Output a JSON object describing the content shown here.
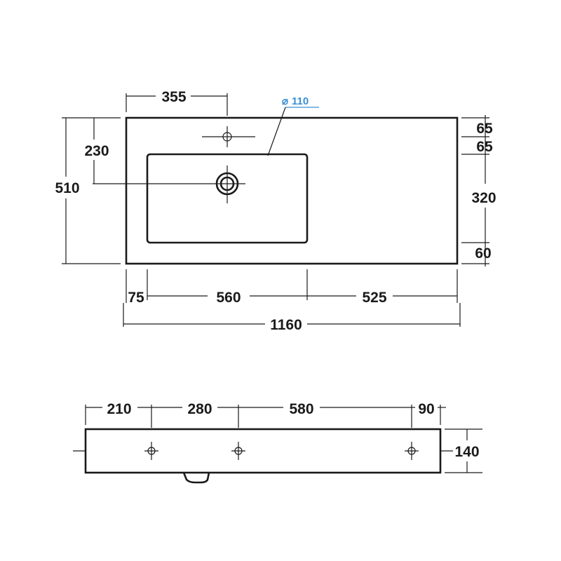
{
  "top_view": {
    "dim_355": "355",
    "dim_110": "110",
    "dim_110_symbol": "⌀",
    "dim_230": "230",
    "dim_510": "510",
    "dim_65_a": "65",
    "dim_65_b": "65",
    "dim_320": "320",
    "dim_60": "60",
    "dim_75": "75",
    "dim_560": "560",
    "dim_525": "525",
    "dim_1160": "1160"
  },
  "side_view": {
    "dim_210": "210",
    "dim_280": "280",
    "dim_580": "580",
    "dim_90": "90",
    "dim_140": "140"
  },
  "colors": {
    "line": "#1a1a1a",
    "accent_blue": "#3a8fd6"
  }
}
